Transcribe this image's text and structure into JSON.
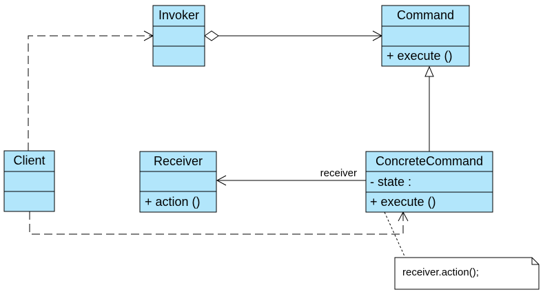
{
  "classes": {
    "invoker": {
      "name": "Invoker",
      "attributes": "",
      "operations": ""
    },
    "command": {
      "name": "Command",
      "attributes": "",
      "operations": "+ execute ()"
    },
    "client": {
      "name": "Client",
      "attributes": "",
      "operations": ""
    },
    "receiver": {
      "name": "Receiver",
      "attributes": "",
      "operations": "+ action ()"
    },
    "concrete_command": {
      "name": "ConcreteCommand",
      "attributes": "- state :",
      "operations": "+ execute ()"
    }
  },
  "relations": {
    "receiver_role": "receiver"
  },
  "note": {
    "text": "receiver.action();"
  },
  "colors": {
    "class_fill": "#b2e6fb",
    "line": "#000000",
    "note_fill": "#ffffff"
  }
}
